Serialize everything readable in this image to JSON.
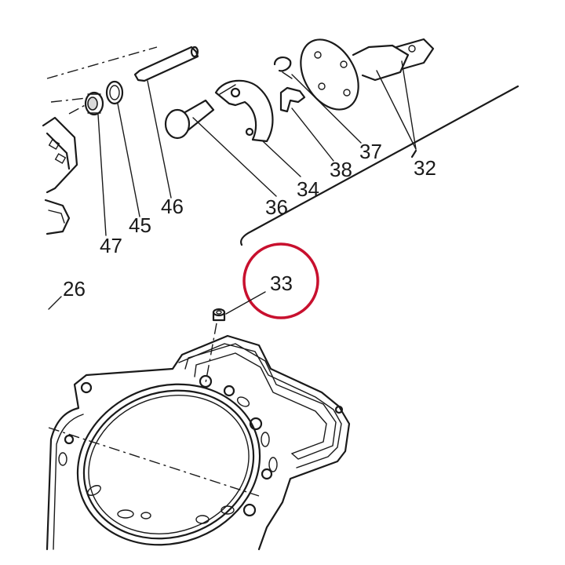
{
  "callouts": {
    "c26": "26",
    "c32": "32",
    "c33": "33",
    "c34": "34",
    "c36": "36",
    "c37": "37",
    "c38": "38",
    "c45": "45",
    "c46": "46",
    "c47": "47"
  },
  "highlight": {
    "target_callout": "33",
    "ring_color": "#c8102e"
  }
}
